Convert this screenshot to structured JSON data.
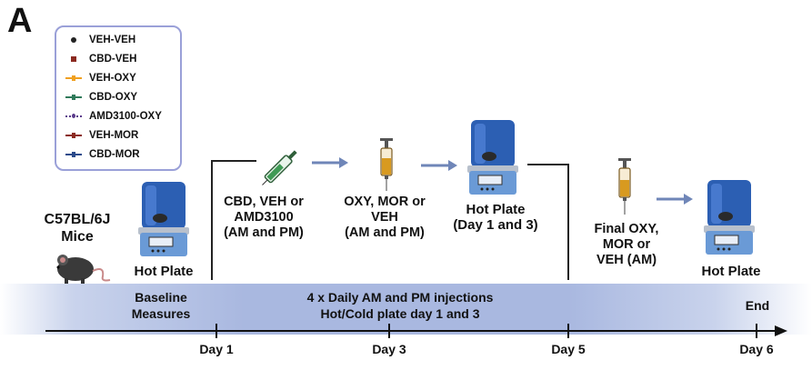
{
  "panel_letter": "A",
  "legend": [
    {
      "label": "VEH-VEH",
      "color": "#222222",
      "marker": "dot"
    },
    {
      "label": "CBD-VEH",
      "color": "#8b2a20",
      "marker": "square"
    },
    {
      "label": "VEH-OXY",
      "color": "#f0a020",
      "marker": "line"
    },
    {
      "label": "CBD-OXY",
      "color": "#2f7a5a",
      "marker": "line"
    },
    {
      "label": "AMD3100-OXY",
      "color": "#5a3a8a",
      "marker": "dashdot"
    },
    {
      "label": "VEH-MOR",
      "color": "#8b2a20",
      "marker": "line"
    },
    {
      "label": "CBD-MOR",
      "color": "#2a4a8a",
      "marker": "line"
    }
  ],
  "subjects": {
    "line1": "C57BL/6J",
    "line2": "Mice"
  },
  "hot_plate_1": "Hot Plate",
  "step_cbd": {
    "line1": "CBD, VEH or",
    "line2": "AMD3100",
    "line3": "(AM and PM)"
  },
  "step_oxy": {
    "line1": "OXY, MOR or",
    "line2": "VEH",
    "line3": "(AM and PM)"
  },
  "step_hotplate": {
    "line1": "Hot Plate",
    "line2": "(Day 1 and 3)"
  },
  "step_final": {
    "line1": "Final OXY,",
    "line2": "MOR or",
    "line3": "VEH (AM)"
  },
  "hot_plate_2": "Hot Plate",
  "baseline": {
    "line1": "Baseline",
    "line2": "Measures"
  },
  "injections": {
    "line1": "4 x Daily AM and PM injections",
    "line2": "Hot/Cold plate day 1 and 3"
  },
  "end_label": "End",
  "days": [
    "Day 1",
    "Day 3",
    "Day 5",
    "Day 6"
  ]
}
